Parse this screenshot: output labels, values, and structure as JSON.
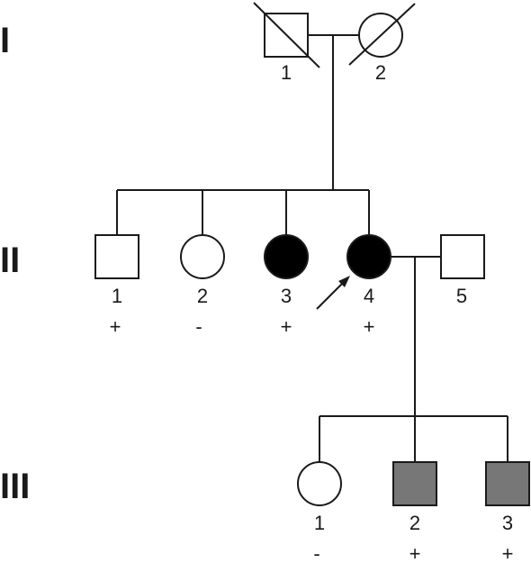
{
  "generations": {
    "I": "I",
    "II": "II",
    "III": "III"
  },
  "individuals": {
    "I-1": {
      "number": "1",
      "sex": "male",
      "status": "deceased",
      "affected": "unaffected",
      "result": ""
    },
    "I-2": {
      "number": "2",
      "sex": "female",
      "status": "deceased",
      "affected": "unaffected",
      "result": ""
    },
    "II-1": {
      "number": "1",
      "sex": "male",
      "status": "living",
      "affected": "unaffected",
      "result": "+"
    },
    "II-2": {
      "number": "2",
      "sex": "female",
      "status": "living",
      "affected": "unaffected",
      "result": "-"
    },
    "II-3": {
      "number": "3",
      "sex": "female",
      "status": "living",
      "affected": "affected",
      "result": "+"
    },
    "II-4": {
      "number": "4",
      "sex": "female",
      "status": "living",
      "affected": "affected",
      "result": "+",
      "proband": true
    },
    "II-5": {
      "number": "5",
      "sex": "male",
      "status": "living",
      "affected": "unaffected",
      "result": ""
    },
    "III-1": {
      "number": "1",
      "sex": "female",
      "status": "living",
      "affected": "unaffected",
      "result": "-"
    },
    "III-2": {
      "number": "2",
      "sex": "male",
      "status": "living",
      "affected": "partially-affected",
      "result": "+"
    },
    "III-3": {
      "number": "3",
      "sex": "male",
      "status": "living",
      "affected": "partially-affected",
      "result": "+"
    }
  },
  "colors": {
    "affected": "#000000",
    "partially-affected": "#777777",
    "unaffected": "#ffffff",
    "line": "#1a1a1a"
  }
}
